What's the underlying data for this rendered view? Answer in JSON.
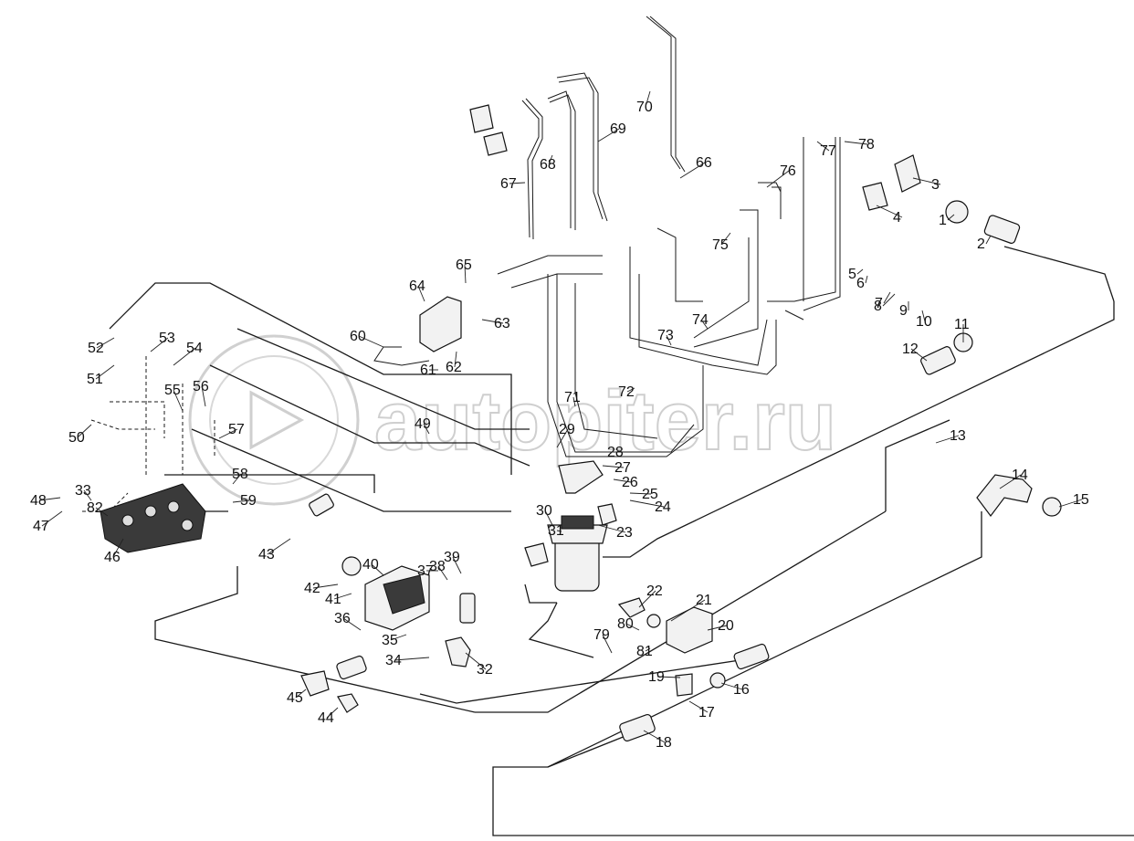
{
  "watermark": "autopiter.ru",
  "parts": [
    "1",
    "2",
    "3",
    "4",
    "5",
    "6",
    "7",
    "8",
    "9",
    "10",
    "11",
    "12",
    "13",
    "14",
    "15",
    "16",
    "17",
    "18",
    "19",
    "20",
    "21",
    "22",
    "23",
    "24",
    "25",
    "26",
    "27",
    "28",
    "29",
    "30",
    "31",
    "32",
    "33",
    "34",
    "35",
    "36",
    "37",
    "38",
    "39",
    "40",
    "41",
    "42",
    "43",
    "44",
    "45",
    "46",
    "47",
    "48",
    "49",
    "50",
    "51",
    "52",
    "53",
    "54",
    "55",
    "56",
    "57",
    "58",
    "59",
    "60",
    "61",
    "62",
    "63",
    "64",
    "65",
    "66",
    "67",
    "68",
    "69",
    "70",
    "71",
    "72",
    "73",
    "74",
    "75",
    "76",
    "77",
    "78",
    "79",
    "80",
    "81",
    "82"
  ]
}
